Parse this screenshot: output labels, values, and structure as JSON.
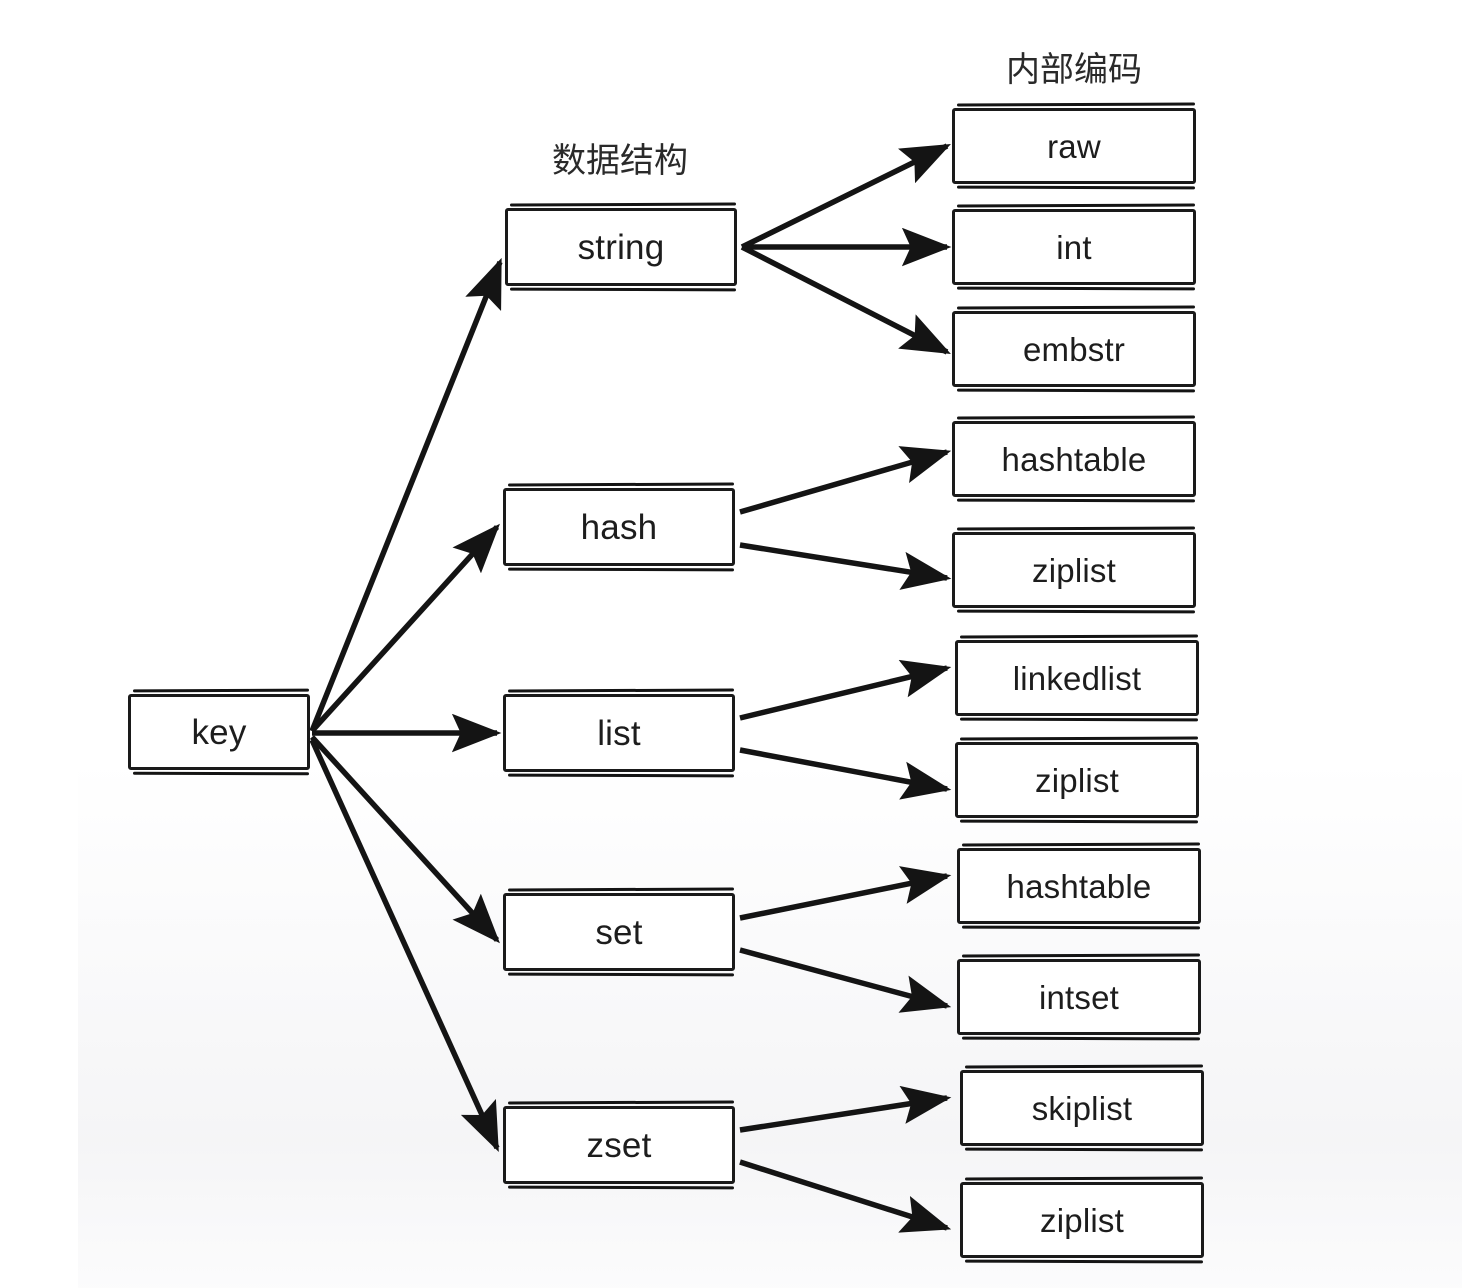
{
  "diagram": {
    "title_columns": {
      "data_structure": "数据结构",
      "internal_encoding": "内部编码"
    },
    "root": {
      "label": "key"
    },
    "structures": [
      {
        "label": "string",
        "encodings": [
          "raw",
          "int",
          "embstr"
        ]
      },
      {
        "label": "hash",
        "encodings": [
          "hashtable",
          "ziplist"
        ]
      },
      {
        "label": "list",
        "encodings": [
          "linkedlist",
          "ziplist"
        ]
      },
      {
        "label": "set",
        "encodings": [
          "hashtable",
          "intset"
        ]
      },
      {
        "label": "zset",
        "encodings": [
          "skiplist",
          "ziplist"
        ]
      }
    ],
    "encodings_flat": [
      "raw",
      "int",
      "embstr",
      "hashtable",
      "ziplist",
      "linkedlist",
      "ziplist",
      "hashtable",
      "intset",
      "skiplist",
      "ziplist"
    ],
    "colors": {
      "stroke": "#141414",
      "box_fill": "#ffffff",
      "background": "#ffffff",
      "text": "#1d1d1d"
    }
  }
}
